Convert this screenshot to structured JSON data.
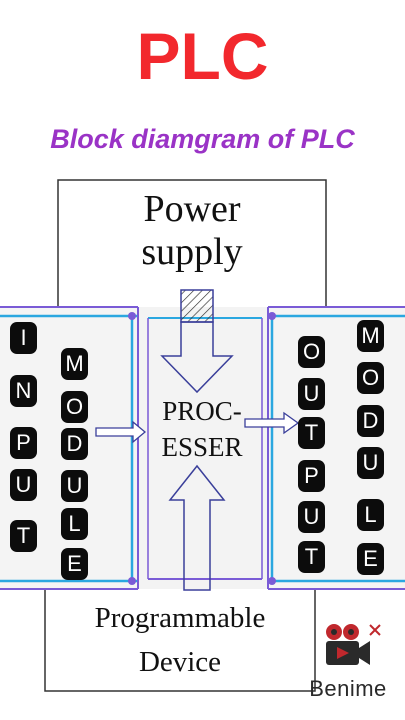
{
  "title": "PLC",
  "subtitle": "Block diamgram of PLC",
  "blocks": {
    "power_line1": "Power",
    "power_line2": "supply",
    "proc_line1": "PROC-",
    "proc_line2": "ESSER",
    "prog_line1": "Programmable",
    "prog_line2": "Device"
  },
  "input_col1": [
    "I",
    "N",
    "P",
    "U",
    "T"
  ],
  "input_col2": [
    "M",
    "O",
    "D",
    "U",
    "L",
    "E"
  ],
  "output_col1": [
    "O",
    "U",
    "T",
    "P",
    "U",
    "T"
  ],
  "output_col2": [
    "M",
    "O",
    "D",
    "U",
    "L",
    "E"
  ],
  "brand": "Benime",
  "colors": {
    "title": "#f2282d",
    "subtitle": "#9a33c6",
    "module_line_blue": "#2aa7e0",
    "module_line_purple": "#7a5bd6",
    "arrow": "#3a3f9a"
  }
}
